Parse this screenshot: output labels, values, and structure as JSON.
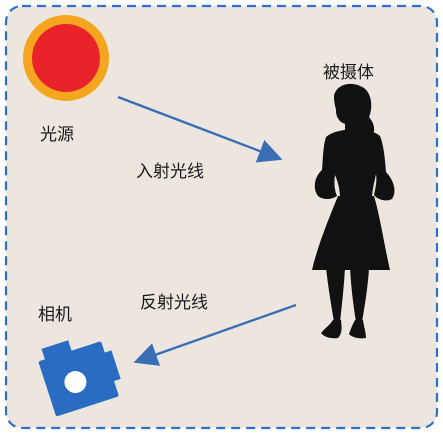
{
  "labels": {
    "light_source": "光源",
    "subject": "被摄体",
    "incident_light": "入射光线",
    "reflected_light": "反射光线",
    "camera": "相机"
  },
  "colors": {
    "background": "#ece6df",
    "border": "#2f6fd0",
    "sun_core": "#e8242a",
    "sun_halo": "#f6a61e",
    "arrow": "#3a6eb5",
    "silhouette": "#111111",
    "camera_body": "#2a6cc2",
    "camera_lens": "#ffffff"
  },
  "icons": {
    "light_source": "sun-icon",
    "subject": "woman-silhouette-icon",
    "camera": "camera-icon"
  }
}
